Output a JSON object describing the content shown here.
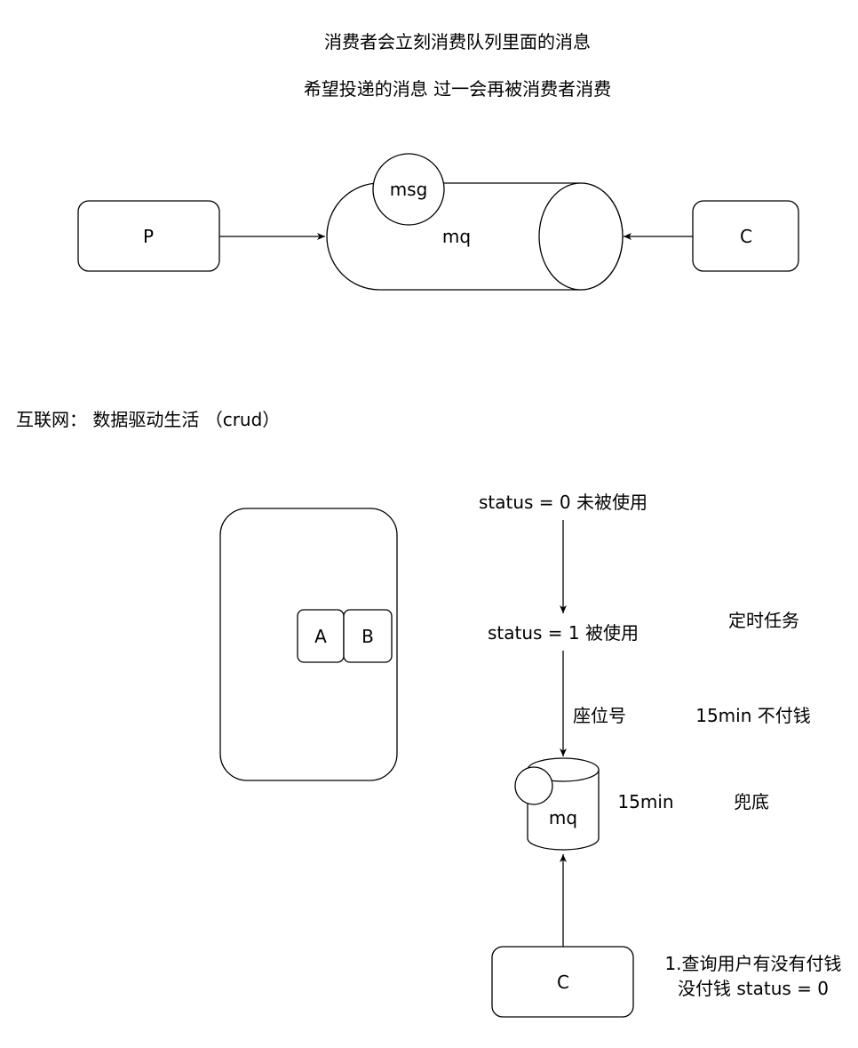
{
  "header": {
    "line1": "消费者会立刻消费队列里面的消息",
    "line2": "希望投递的消息 过一会再被消费者消费"
  },
  "top_diagram": {
    "producer_label": "P",
    "queue_label": "mq",
    "message_label": "msg",
    "consumer_label": "C"
  },
  "section_label": "互联网： 数据驱动生活 （crud）",
  "bottom_diagram": {
    "seat_a": "A",
    "seat_b": "B",
    "status0": "status = 0 未被使用",
    "status1": "status = 1 被使用",
    "scheduled_task": "定时任务",
    "seat_number": "座位号",
    "unpaid_15min": "15min 不付钱",
    "queue_label": "mq",
    "delay_15min": "15min",
    "fallback": "兜底",
    "consumer_label": "C",
    "check_line1": "1.查询用户有没有付钱",
    "check_line2": "没付钱 status = 0"
  }
}
